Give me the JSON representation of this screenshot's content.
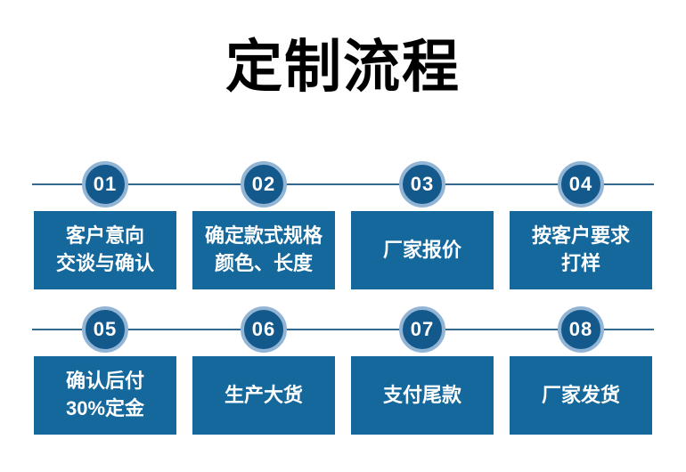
{
  "title": "定制流程",
  "colors": {
    "background": "#ffffff",
    "title-text": "#000000",
    "box-blue": "#15689b",
    "circle-blue": "#14598c",
    "ring-blue": "#92b5d6",
    "line-blue": "#33688f",
    "step-text": "#ffffff"
  },
  "rows": [
    {
      "steps": [
        {
          "num": "01",
          "label": "客户意向\n交谈与确认"
        },
        {
          "num": "02",
          "label": "确定款式规格\n颜色、长度"
        },
        {
          "num": "03",
          "label": "厂家报价"
        },
        {
          "num": "04",
          "label": "按客户要求\n打样"
        }
      ]
    },
    {
      "steps": [
        {
          "num": "05",
          "label": "确认后付\n30%定金"
        },
        {
          "num": "06",
          "label": "生产大货"
        },
        {
          "num": "07",
          "label": "支付尾款"
        },
        {
          "num": "08",
          "label": "厂家发货"
        }
      ]
    }
  ]
}
